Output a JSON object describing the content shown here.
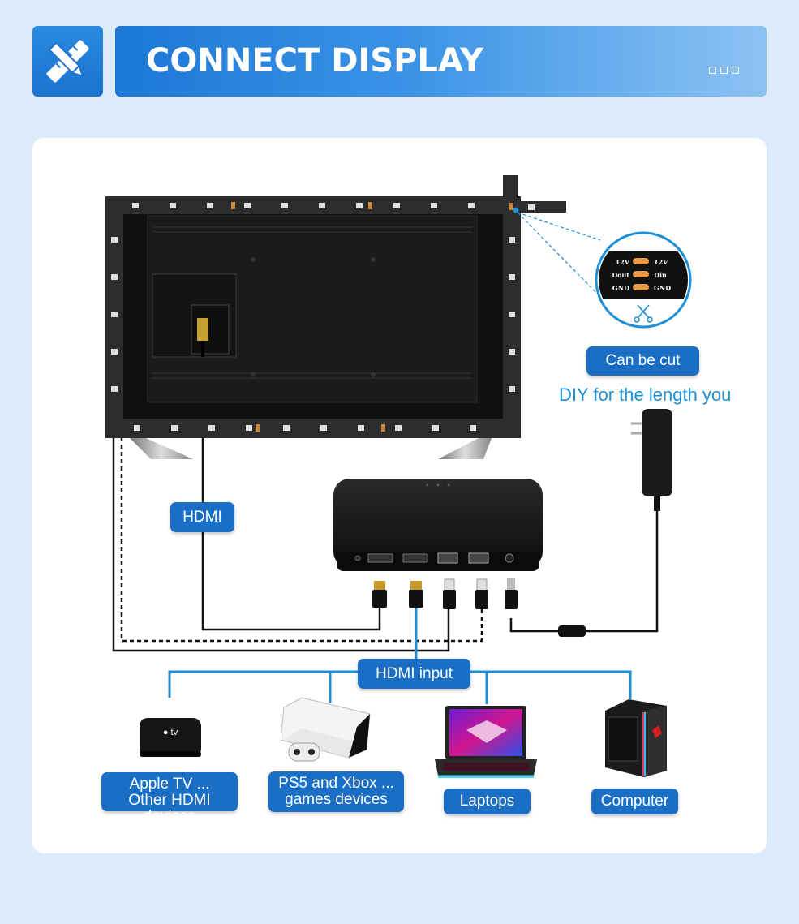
{
  "header": {
    "title": "CONNECT DISPLAY",
    "icon": "pencil-ruler-icon"
  },
  "strip_callout": {
    "pads_left": [
      "12V",
      "Dout",
      "GND"
    ],
    "pads_right": [
      "12V",
      "Din",
      "GND"
    ],
    "cut_badge": "Can be cut",
    "diy_text": "DIY for the length you"
  },
  "cables": {
    "hdmi_label": "HDMI",
    "hdmi_input_label": "HDMI input"
  },
  "devices": [
    {
      "label_line1": "Apple TV ...",
      "label_line2": "Other HDMI devices",
      "icon": "apple-tv-icon"
    },
    {
      "label_line1": "PS5 and Xbox ...",
      "label_line2": "games devices",
      "icon": "game-console-icon"
    },
    {
      "label_line1": "Laptops",
      "label_line2": "",
      "icon": "laptop-icon"
    },
    {
      "label_line1": "Computer",
      "label_line2": "",
      "icon": "desktop-computer-icon"
    }
  ],
  "colors": {
    "accent": "#1a6fc4",
    "cyan": "#1d8fd5",
    "background": "#dcebfb"
  }
}
